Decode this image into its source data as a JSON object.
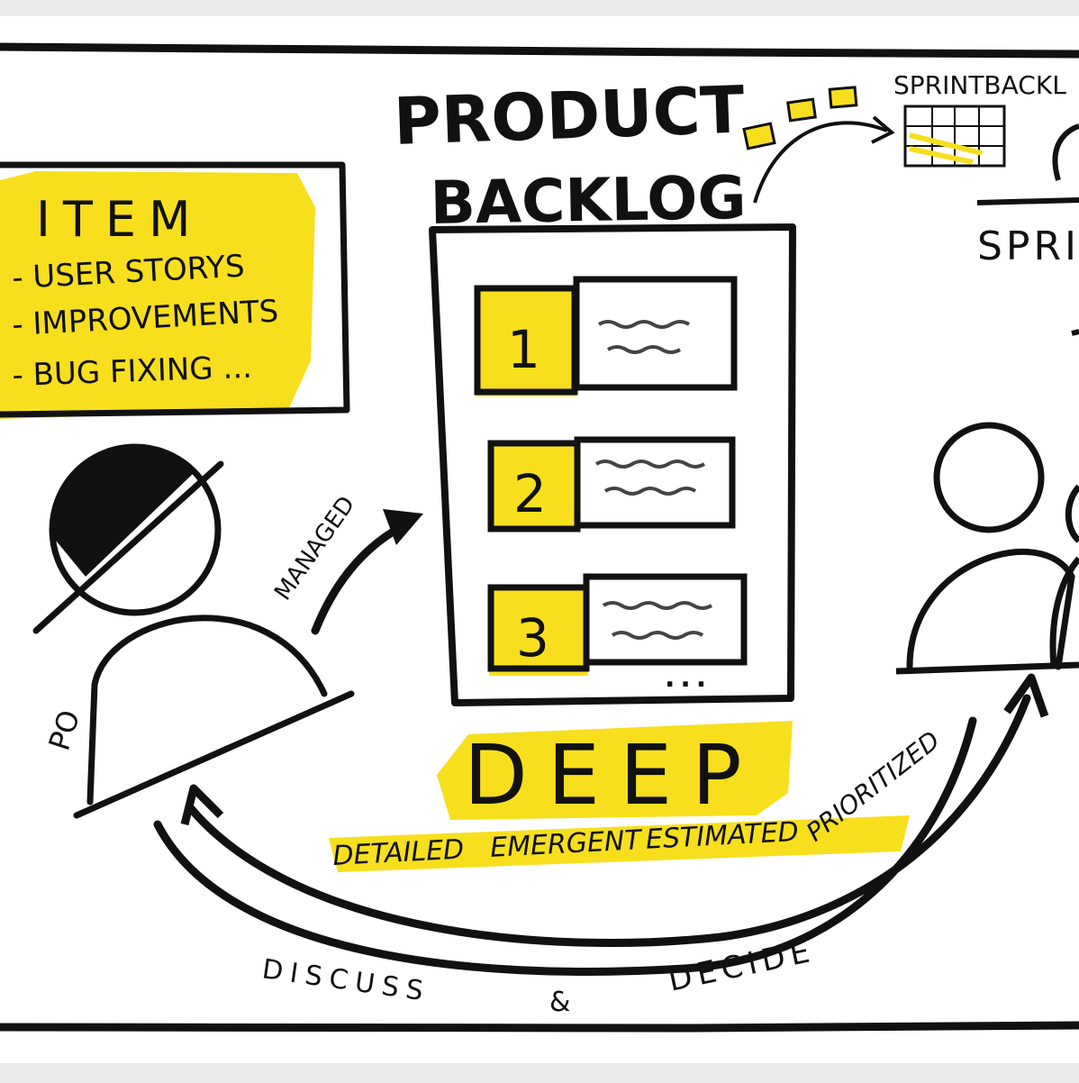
{
  "colors": {
    "highlight": "#f7df1e",
    "ink": "#111111",
    "paper": "#ffffff",
    "backdrop": "#e9e9e9"
  },
  "title": {
    "line1": "PRODUCT",
    "line2": "BACKLOG"
  },
  "item_box": {
    "heading": "ITEM",
    "lines": [
      "- USER STORYS",
      "- IMPROVEMENTS",
      "- BUG FIXING ..."
    ]
  },
  "backlog": {
    "items": [
      {
        "number": "1"
      },
      {
        "number": "2"
      },
      {
        "number": "3"
      }
    ],
    "more": "..."
  },
  "deep": {
    "acronym": "DEEP",
    "words": [
      "DETAILED",
      "EMERGENT",
      "ESTIMATED",
      "PRIORITIZED"
    ]
  },
  "labels": {
    "managed": "MANAGED",
    "po": "PO",
    "sprint_backlog": "SPRINTBACKL",
    "sprint": "SPRI",
    "discuss": "DISCUSS",
    "ampersand": "&",
    "decide": "DECIDE"
  },
  "icons": {
    "product_owner": "person-icon",
    "team": "team-icon",
    "sprint_board": "table-icon",
    "arrows": "curved-arrow-icon"
  }
}
